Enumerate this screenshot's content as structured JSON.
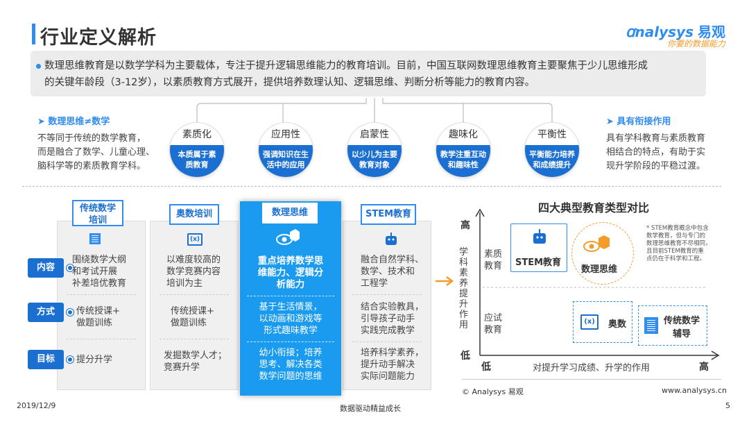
{
  "header": {
    "title": "行业定义解析",
    "logo_text": "nalysys",
    "logo_cn": "易观",
    "logo_slogan": "你要的数据能力"
  },
  "intro": {
    "line1": "数理思维教育是以数学学科为主要载体，专注于提升逻辑思维能力的教育培训。目前，中国互联网数理思维教育主要聚焦于少儿思维形成",
    "line2": "的关键年龄段（3-12岁），以素质教育方式展开，提供培养数理认知、逻辑思维、判断分析等能力的教育内容。"
  },
  "left_note": {
    "heading": "➤ 数理思维≠数学",
    "l1": "不等同于传统的数学教育，",
    "l2": "而是融合了数学、儿童心理、",
    "l3": "脑科学等的素质教育学科。"
  },
  "right_note": {
    "heading": "➤ 具有衔接作用",
    "l1": "具有学科教育与素质教育",
    "l2": "相结合的特点，有助于实",
    "l3": "现升学阶段的平稳过渡。"
  },
  "traits": [
    {
      "title": "素质化",
      "l1": "本质属于素",
      "l2": "质教育"
    },
    {
      "title": "应用性",
      "l1": "强调知识在生",
      "l2": "活中的应用"
    },
    {
      "title": "启蒙性",
      "l1": "以少儿为主要",
      "l2": "教育对象"
    },
    {
      "title": "趣味化",
      "l1": "教学注重互动",
      "l2": "和趣味性"
    },
    {
      "title": "平衡性",
      "l1": "平衡能力培养",
      "l2": "和成绩提升"
    }
  ],
  "rows": {
    "content": "内容",
    "method": "方式",
    "goal": "目标"
  },
  "columns": [
    {
      "h1": "传统数学",
      "h2": "培训",
      "c1": "围绕数学大纲",
      "c2": "和考试开展",
      "c3": "补差培优教育",
      "m1": "传统授课+",
      "m2": "做题训练",
      "g1": "提分升学",
      "g2": ""
    },
    {
      "h1": "奥数培训",
      "h2": "",
      "c1": "以难度较高的",
      "c2": "数学竞赛内容",
      "c3": "培训为主",
      "m1": "传统授课+",
      "m2": "做题训练",
      "g1": "发掘数学人才；",
      "g2": "竞赛升学"
    },
    {
      "h1": "数理思维",
      "h2": "",
      "c1": "重点培养数学思",
      "c2": "维能力、逻辑分",
      "c3": "析能力",
      "m1": "基于生活情景，",
      "m2": "以动画和游戏等",
      "m3": "形式趣味教学",
      "g1": "幼小衔接；培养",
      "g2": "思考、解决各类",
      "g3": "数学问题的思维"
    },
    {
      "h1": "STEM教育",
      "h2": "",
      "c1": "融合自然学科、",
      "c2": "数学、技术和",
      "c3": "工程学",
      "m1": "结合实验教具，",
      "m2": "引导孩子动手",
      "m3": "实践完成教学",
      "g1": "培养科学素养，",
      "g2": "提升动手解决",
      "g3": "实际问题能力"
    }
  ],
  "quadrant": {
    "title": "四大典型教育类型对比",
    "y_high": "高",
    "y_low": "低",
    "x_low": "低",
    "x_high": "高",
    "y_axis": "学科素养提升作用",
    "x_axis": "对提升学习成绩、升学的作用",
    "row_top_1": "素质",
    "row_top_2": "教育",
    "row_bot_1": "应试",
    "row_bot_2": "教育",
    "stem": "STEM教育",
    "sw": "数理思维",
    "ao": "奥数",
    "trad1": "传统数学",
    "trad2": "辅导",
    "note1": "* STEM教育概念中包含",
    "note2": "数学教育，但与专门的",
    "note3": "数理思维教育不尽相同，",
    "note4": "且目前STEM教育的重",
    "note5": "点仍在于科学和工程。"
  },
  "footer": {
    "date": "2019/12/9",
    "center": "数据驱动精益成长",
    "page": "5",
    "copy": "© Analysys 易观",
    "site": "www.analysys.cn"
  },
  "colors": {
    "accent": "#2f8cf0",
    "dark_blue": "#1a6fd1",
    "highlight": "#1a9bef",
    "orange": "#f39c2b"
  }
}
